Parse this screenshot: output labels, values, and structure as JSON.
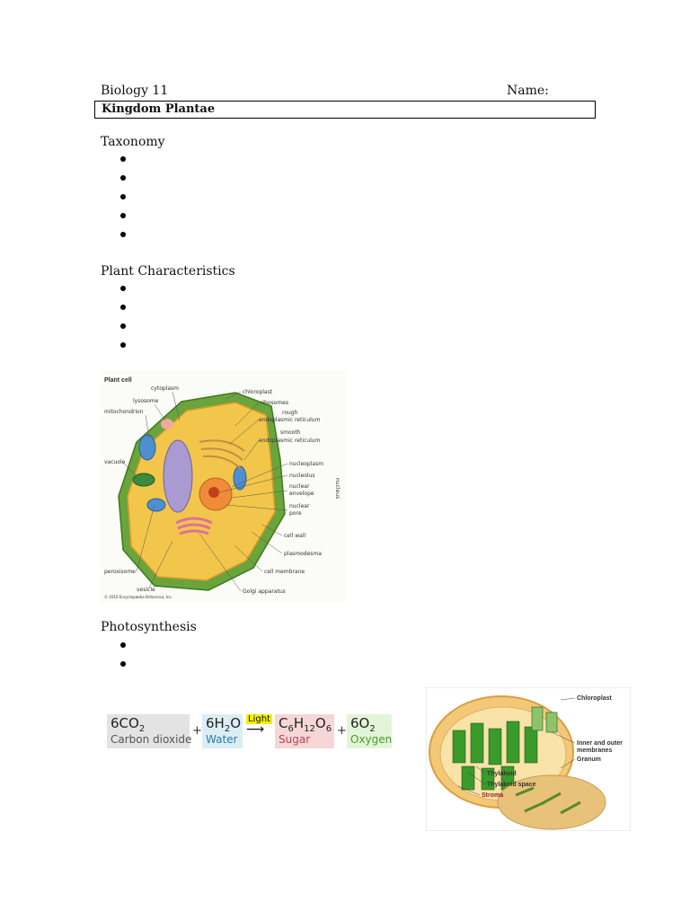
{
  "header": {
    "course": "Biology 11",
    "name_label": "Name:"
  },
  "title": "Kingdom Plantae",
  "sections": [
    {
      "heading": "Taxonomy",
      "bullet_count": 5
    },
    {
      "heading": "Plant Characteristics",
      "bullet_count": 4
    },
    {
      "heading": "Photosynthesis",
      "bullet_count": 2
    }
  ],
  "plant_cell": {
    "title": "Plant cell",
    "labels": [
      "cytoplasm",
      "lysosome",
      "mitochondrion",
      "vacuole",
      "peroxisome",
      "vesicle",
      "chloroplast",
      "ribosomes",
      "rough",
      "endoplasmic reticulum",
      "smooth",
      "endoplasmic reticulum",
      "nucleoplasm",
      "nucleolus",
      "nuclear",
      "envelope",
      "nuclear",
      "pore",
      "nucleus",
      "cell wall",
      "plasmodesma",
      "cell membrane",
      "Golgi apparatus"
    ],
    "copyright": "© 2010 Encyclopædia Britannica, Inc."
  },
  "equation": {
    "reactant1": {
      "formula": "6CO2",
      "name": "Carbon dioxide",
      "color": "#e3e3e3"
    },
    "reactant2": {
      "formula": "6H2O",
      "name": "Water",
      "color": "#dbeef6"
    },
    "light": "Light",
    "light_color": "#f4f000",
    "product1": {
      "formula": "C6H12O6",
      "name": "Sugar",
      "color": "#f6d6d6"
    },
    "product2": {
      "formula": "6O2",
      "name": "Oxygen",
      "color": "#e3f5d8"
    },
    "plus": "+"
  },
  "chloroplast": {
    "labels": [
      "Chloroplast",
      "Inner and outer",
      "membranes",
      "Granum",
      "Thylakoid",
      "Thylakoid space",
      "Stroma"
    ]
  }
}
